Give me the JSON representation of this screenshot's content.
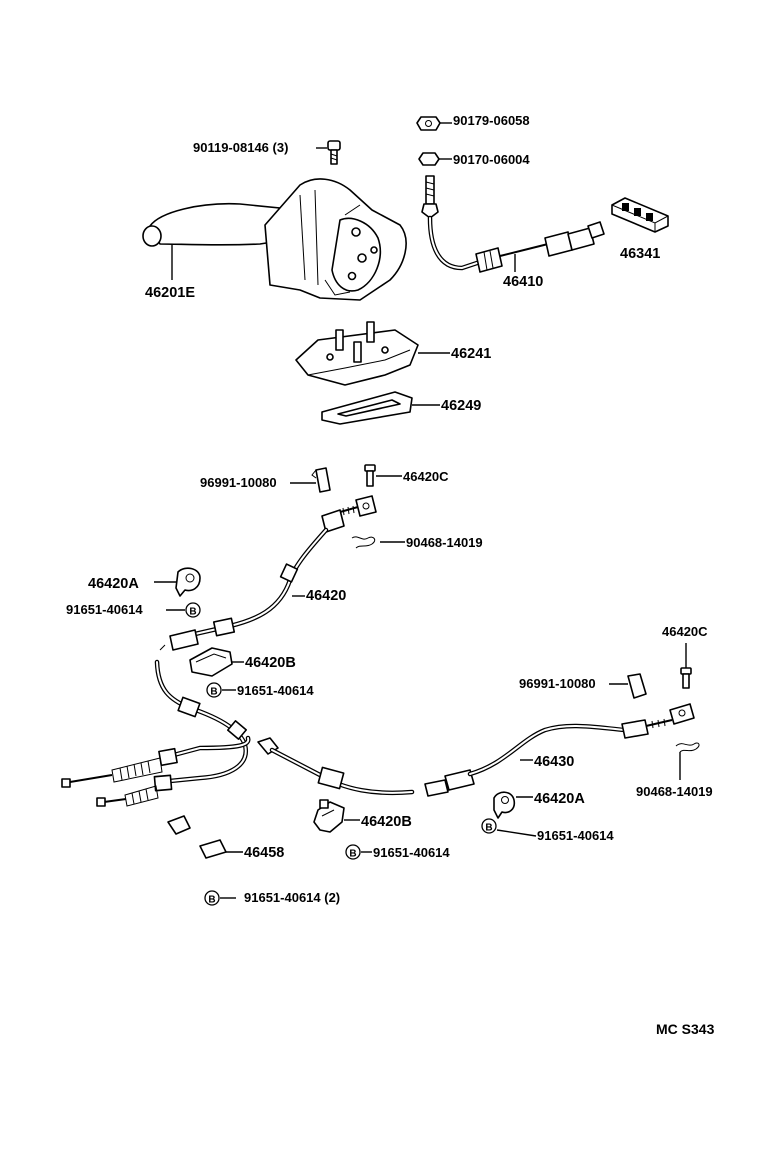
{
  "labels": {
    "p90179": "90179-06058",
    "p90119": "90119-08146 (3)",
    "p90170": "90170-06004",
    "p46201E": "46201E",
    "p46410": "46410",
    "p46341": "46341",
    "p46241": "46241",
    "p46249": "46249",
    "p96991_top": "96991-10080",
    "p46420C_top": "46420C",
    "p90468_top": "90468-14019",
    "p46420A_left": "46420A",
    "p91651_a": "91651-40614",
    "p46420": "46420",
    "p46420B_top": "46420B",
    "p91651_b": "91651-40614",
    "p46420C_right": "46420C",
    "p96991_right": "96991-10080",
    "p46430": "46430",
    "p90468_right": "90468-14019",
    "p46420A_right": "46420A",
    "p91651_c": "91651-40614",
    "p46420B_bottom": "46420B",
    "p91651_d": "91651-40614",
    "p46458": "46458",
    "p91651_e": "91651-40614 (2)",
    "bolt_mark": "B"
  },
  "code": "MC  S343"
}
